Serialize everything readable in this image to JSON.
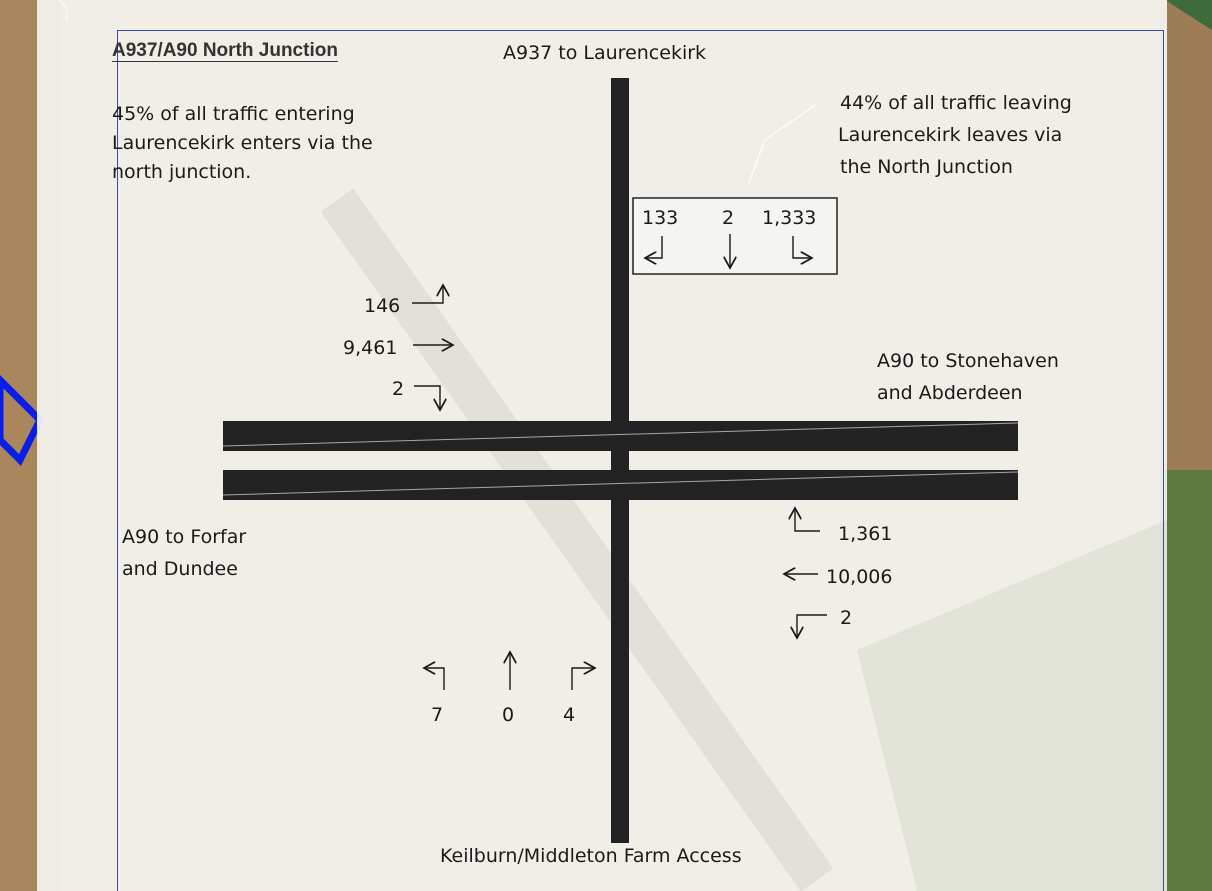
{
  "title": "A937/A90 North Junction",
  "entering_note": [
    "45% of all traffic entering",
    "Laurencekirk enters via the",
    "north junction."
  ],
  "leaving_note": [
    "44% of all traffic leaving",
    "Laurencekirk leaves via",
    "the North Junction"
  ],
  "roads": {
    "north": "A937 to Laurencekirk",
    "east": [
      "A90 to Stonehaven",
      "and Abderdeen"
    ],
    "west": [
      "A90 to Forfar",
      "and Dundee"
    ],
    "south": "Keilburn/Middleton Farm Access"
  },
  "movements": {
    "from_north": {
      "left": "133",
      "straight": "2",
      "right": "1,333"
    },
    "from_west": {
      "left": "146",
      "straight": "9,461",
      "right": "2"
    },
    "from_east": {
      "right": "1,361",
      "straight": "10,006",
      "left": "2"
    },
    "from_south": {
      "left": "7",
      "straight": "0",
      "right": "4"
    }
  },
  "colors": {
    "road": "#222222",
    "frame": "#3c4aa0",
    "highlight": "#0a1ee8"
  }
}
